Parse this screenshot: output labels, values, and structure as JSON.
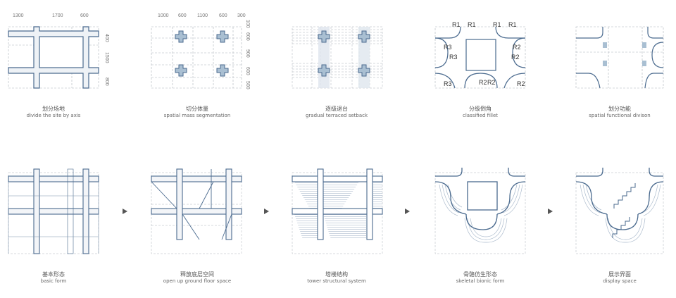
{
  "colors": {
    "outline": "#4a6a8e",
    "guide": "#aeb4bb",
    "fill_light": "#dfe6ee",
    "block": "#a9bfd2",
    "hatch": "#a9b9cb",
    "arrow": "#555555"
  },
  "panels": [
    {
      "id": "p1",
      "zh": "划分场地",
      "en": "divide the site by axis"
    },
    {
      "id": "p2",
      "zh": "切分体量",
      "en": "spatial mass segmentation"
    },
    {
      "id": "p3",
      "zh": "逐级退台",
      "en": "gradual terraced setback"
    },
    {
      "id": "p4",
      "zh": "分级倒角",
      "en": "classified fillet"
    },
    {
      "id": "p5",
      "zh": "划分功能",
      "en": "spatial functional divison"
    },
    {
      "id": "p6",
      "zh": "基本形态",
      "en": "basic form"
    },
    {
      "id": "p7",
      "zh": "释放底层空间",
      "en": "open up ground floor space"
    },
    {
      "id": "p8",
      "zh": "塔楼结构",
      "en": "tower structural system"
    },
    {
      "id": "p9",
      "zh": "骨骼仿生形态",
      "en": "skeletal bionic form"
    },
    {
      "id": "p10",
      "zh": "展示界面",
      "en": "display space"
    }
  ],
  "dimensions": {
    "p1_top": [
      "1300",
      "1700",
      "600"
    ],
    "p1_right": [
      "400",
      "1500",
      "800"
    ],
    "p2_top": [
      "1000",
      "600",
      "1100",
      "600",
      "300"
    ],
    "p2_right": [
      "100",
      "600",
      "900",
      "600",
      "500"
    ]
  },
  "fillet_labels": [
    "R1",
    "R1",
    "R1",
    "R1",
    "R3",
    "R3",
    "R2",
    "R2",
    "R3",
    "R2",
    "R2",
    "R2"
  ],
  "arrows": [
    "arrow-1",
    "arrow-2",
    "arrow-3",
    "arrow-4"
  ]
}
